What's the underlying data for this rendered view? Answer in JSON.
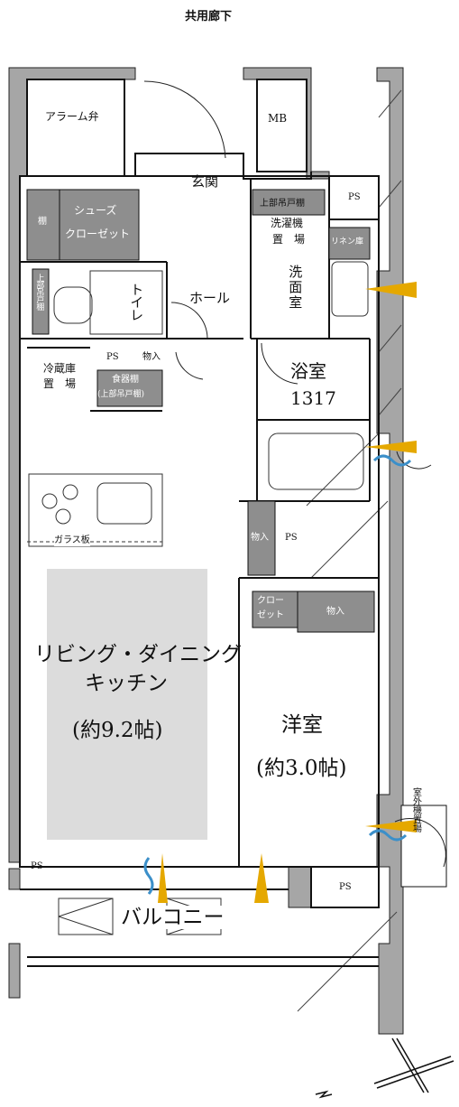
{
  "corridor": "共用廊下",
  "rooms": {
    "alarm_valve": "アラーム弁",
    "mb": "MB",
    "entrance": "玄関",
    "ps_top": "PS",
    "shoe_shelf": "棚",
    "shoe_closet_1": "シューズ",
    "shoe_closet_2": "クローゼット",
    "upper_cabinet": "上部吊戸棚",
    "washer_1": "洗濯機",
    "washer_2": "置　場",
    "linen": "リネン庫",
    "upper_cabinet_toilet": "上部吊戸棚",
    "toilet": "トイレ",
    "hall": "ホール",
    "washroom": "洗面室",
    "fridge_1": "冷蔵庫",
    "fridge_2": "置　場",
    "ps_kitchen": "PS",
    "storage_kitchen": "物入",
    "dish_1": "食器棚",
    "dish_2": "(上部吊戸棚)",
    "bathroom": "浴室",
    "bath_size": "1317",
    "glass_board": "ガラス板",
    "storage_mid": "物入",
    "ps_mid": "PS",
    "closet_1": "クロー",
    "closet_2": "ゼット",
    "storage_bed": "物入",
    "ldk_1": "リビング・ダイニング",
    "ldk_2": "キッチン",
    "ldk_size": "(約9.2帖)",
    "western": "洋室",
    "western_size": "(約3.0帖)",
    "outdoor_unit": "室外機置場",
    "ps_ldk": "PS",
    "ps_balcony": "PS",
    "balcony": "バルコニー"
  },
  "colors": {
    "wall": "#a6a6a6",
    "storage_fill": "#8e8e8e",
    "ldk_fill": "#dcdcdc",
    "airflow": "#e5a800",
    "water": "#3b8fc9"
  },
  "icons": [
    "north-arrow-icon",
    "airflow-arrow-icon"
  ]
}
